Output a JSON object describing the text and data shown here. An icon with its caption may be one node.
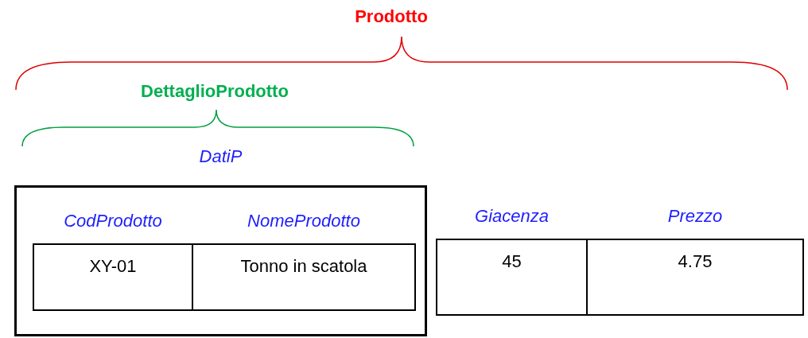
{
  "diagram": {
    "nodes": [
      {
        "text": [
          "DatiP"
        ]
      },
      {
        "text": [
          "CodProdotto",
          "XY-01"
        ],
        "in": 0
      },
      {
        "text": [
          "NomeProdotto",
          "Tonno in scatola"
        ],
        "in": 0
      },
      {
        "text": [
          "Giacenza",
          "45"
        ]
      },
      {
        "text": [
          "Prezzo",
          "4.75"
        ]
      }
    ],
    "labels": [
      "Prodotto",
      "DettaglioProdotto"
    ]
  }
}
